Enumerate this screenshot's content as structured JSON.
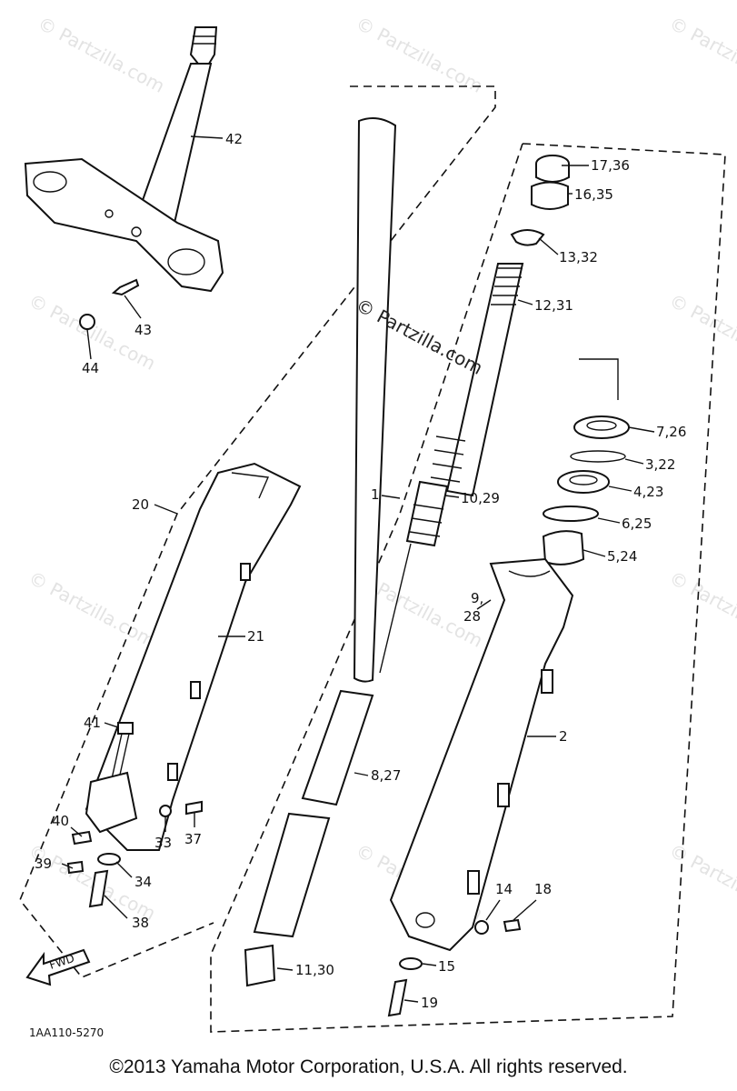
{
  "watermarks": {
    "center": "© Partzilla.com",
    "faint": "© Partzilla.com"
  },
  "diagram_code": "1AA110-5270",
  "fwd_label": "FWD",
  "copyright": "©2013 Yamaha Motor Corporation, U.S.A. All rights reserved.",
  "callouts": [
    {
      "id": "42",
      "text": "42"
    },
    {
      "id": "43",
      "text": "43"
    },
    {
      "id": "44",
      "text": "44"
    },
    {
      "id": "17_36",
      "text": "17,36"
    },
    {
      "id": "16_35",
      "text": "16,35"
    },
    {
      "id": "13_32",
      "text": "13,32"
    },
    {
      "id": "12_31",
      "text": "12,31"
    },
    {
      "id": "7_26",
      "text": "7,26"
    },
    {
      "id": "3_22",
      "text": "3,22"
    },
    {
      "id": "4_23",
      "text": "4,23"
    },
    {
      "id": "6_25",
      "text": "6,25"
    },
    {
      "id": "5_24",
      "text": "5,24"
    },
    {
      "id": "1",
      "text": "1"
    },
    {
      "id": "10_29",
      "text": "10,29"
    },
    {
      "id": "20",
      "text": "20"
    },
    {
      "id": "21",
      "text": "21"
    },
    {
      "id": "9",
      "text": "9,"
    },
    {
      "id": "28",
      "text": "28"
    },
    {
      "id": "2",
      "text": "2"
    },
    {
      "id": "41",
      "text": "41"
    },
    {
      "id": "8_27",
      "text": "8,27"
    },
    {
      "id": "33",
      "text": "33"
    },
    {
      "id": "37",
      "text": "37"
    },
    {
      "id": "40",
      "text": "40"
    },
    {
      "id": "39",
      "text": "39"
    },
    {
      "id": "34",
      "text": "34"
    },
    {
      "id": "38",
      "text": "38"
    },
    {
      "id": "14",
      "text": "14"
    },
    {
      "id": "18",
      "text": "18"
    },
    {
      "id": "15",
      "text": "15"
    },
    {
      "id": "11_30",
      "text": "11,30"
    },
    {
      "id": "19",
      "text": "19"
    }
  ]
}
